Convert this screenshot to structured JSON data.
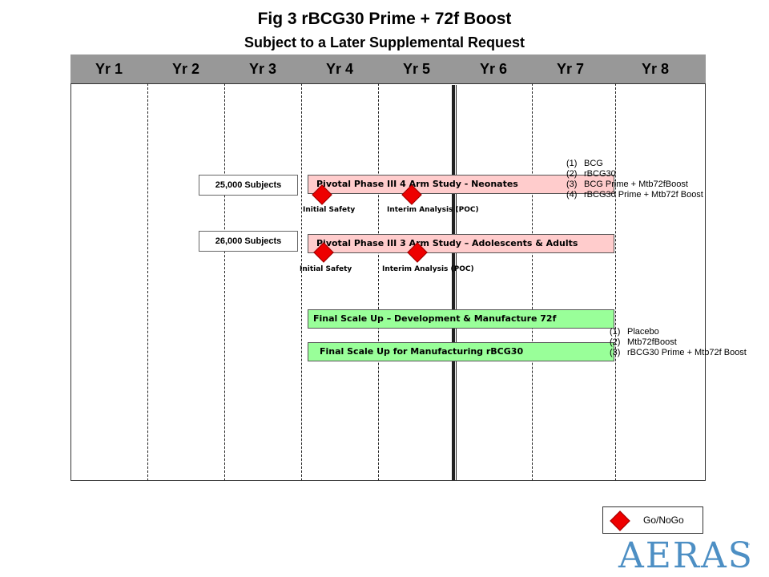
{
  "title": "Fig 3  rBCG30 Prime + 72f Boost",
  "subtitle": "Subject to a Later Supplemental Request",
  "years": [
    "Yr 1",
    "Yr 2",
    "Yr 3",
    "Yr 4",
    "Yr 5",
    "Yr 6",
    "Yr 7",
    "Yr 8"
  ],
  "studies": [
    {
      "subjects": "25,000 Subjects",
      "label": "Pivotal Phase III 4 Arm Study - Neonates",
      "color": "#ffcccc",
      "milestones": [
        "Initial Safety",
        "Interim Analysis (POC)"
      ]
    },
    {
      "subjects": "26,000 Subjects",
      "label": "Pivotal Phase III 3 Arm Study – Adolescents & Adults",
      "color": "#ffcccc",
      "milestones": [
        "Initial Safety",
        "Interim Analysis (POC)"
      ]
    }
  ],
  "manufacturing": [
    {
      "label": "Final Scale Up – Development & Manufacture 72f",
      "color": "#99ff99"
    },
    {
      "label": "Final Scale Up for Manufacturing rBCG30",
      "color": "#99ff99"
    }
  ],
  "arms_neonates": [
    {
      "num": "(1)",
      "text": "BCG"
    },
    {
      "num": "(2)",
      "text": "rBCG30"
    },
    {
      "num": "(3)",
      "text": "BCG Prime + Mtb72fBoost"
    },
    {
      "num": "(4)",
      "text": "rBCG30  Prime + Mtb72f Boost"
    }
  ],
  "arms_adults": [
    {
      "num": "(1)",
      "text": "Placebo"
    },
    {
      "num": "(2)",
      "text": "Mtb72fBoost"
    },
    {
      "num": "(3)",
      "text": "rBCG30  Prime + Mtb72f Boost"
    }
  ],
  "legend": {
    "label": "Go/NoGo",
    "marker_color": "#ee0000"
  },
  "logo": {
    "text": "AERAS",
    "mark": "™",
    "color": "#4d8fc4"
  },
  "colors": {
    "header_bar": "#989898"
  }
}
